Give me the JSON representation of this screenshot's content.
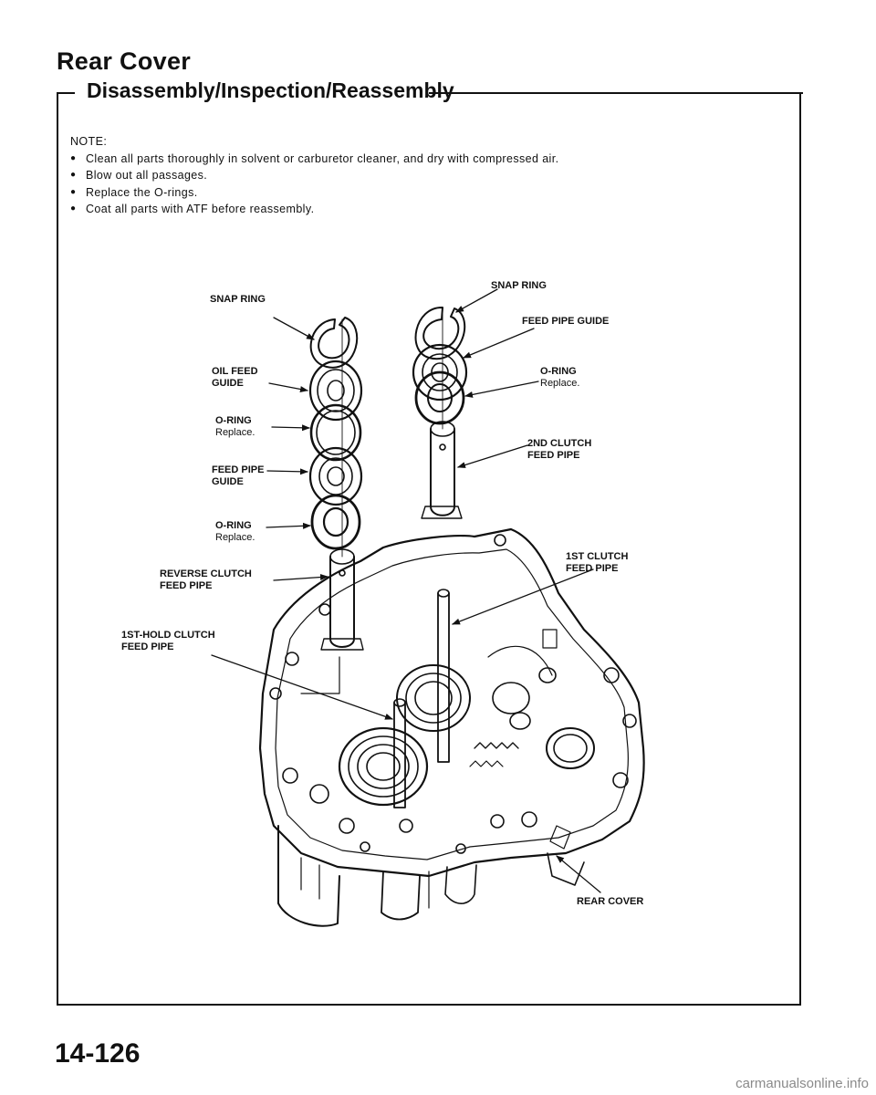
{
  "header": {
    "title": "Rear Cover",
    "subtitle": "Disassembly/Inspection/Reassembly"
  },
  "notes": {
    "heading": "NOTE:",
    "items": [
      "Clean all parts thoroughly in solvent or carburetor cleaner, and dry with compressed air.",
      "Blow out all passages.",
      "Replace the O-rings.",
      "Coat all parts with ATF before reassembly."
    ]
  },
  "diagram": {
    "labels": {
      "snap_ring_left": "SNAP RING",
      "oil_feed_guide_l1": "OIL FEED",
      "oil_feed_guide_l2": "GUIDE",
      "o_ring_left_1": "O-RING",
      "o_ring_left_1_note": "Replace.",
      "feed_pipe_guide_left_l1": "FEED PIPE",
      "feed_pipe_guide_left_l2": "GUIDE",
      "o_ring_left_2": "O-RING",
      "o_ring_left_2_note": "Replace.",
      "reverse_clutch_l1": "REVERSE CLUTCH",
      "reverse_clutch_l2": "FEED PIPE",
      "first_hold_clutch_l1": "1ST-HOLD CLUTCH",
      "first_hold_clutch_l2": "FEED PIPE",
      "snap_ring_right": "SNAP RING",
      "feed_pipe_guide_right": "FEED PIPE GUIDE",
      "o_ring_right": "O-RING",
      "o_ring_right_note": "Replace.",
      "second_clutch_l1": "2ND CLUTCH",
      "second_clutch_l2": "FEED PIPE",
      "first_clutch_l1": "1ST CLUTCH",
      "first_clutch_l2": "FEED PIPE",
      "rear_cover": "REAR COVER"
    }
  },
  "footer": {
    "page_number": "14-126",
    "watermark": "carmanualsonline.info"
  }
}
